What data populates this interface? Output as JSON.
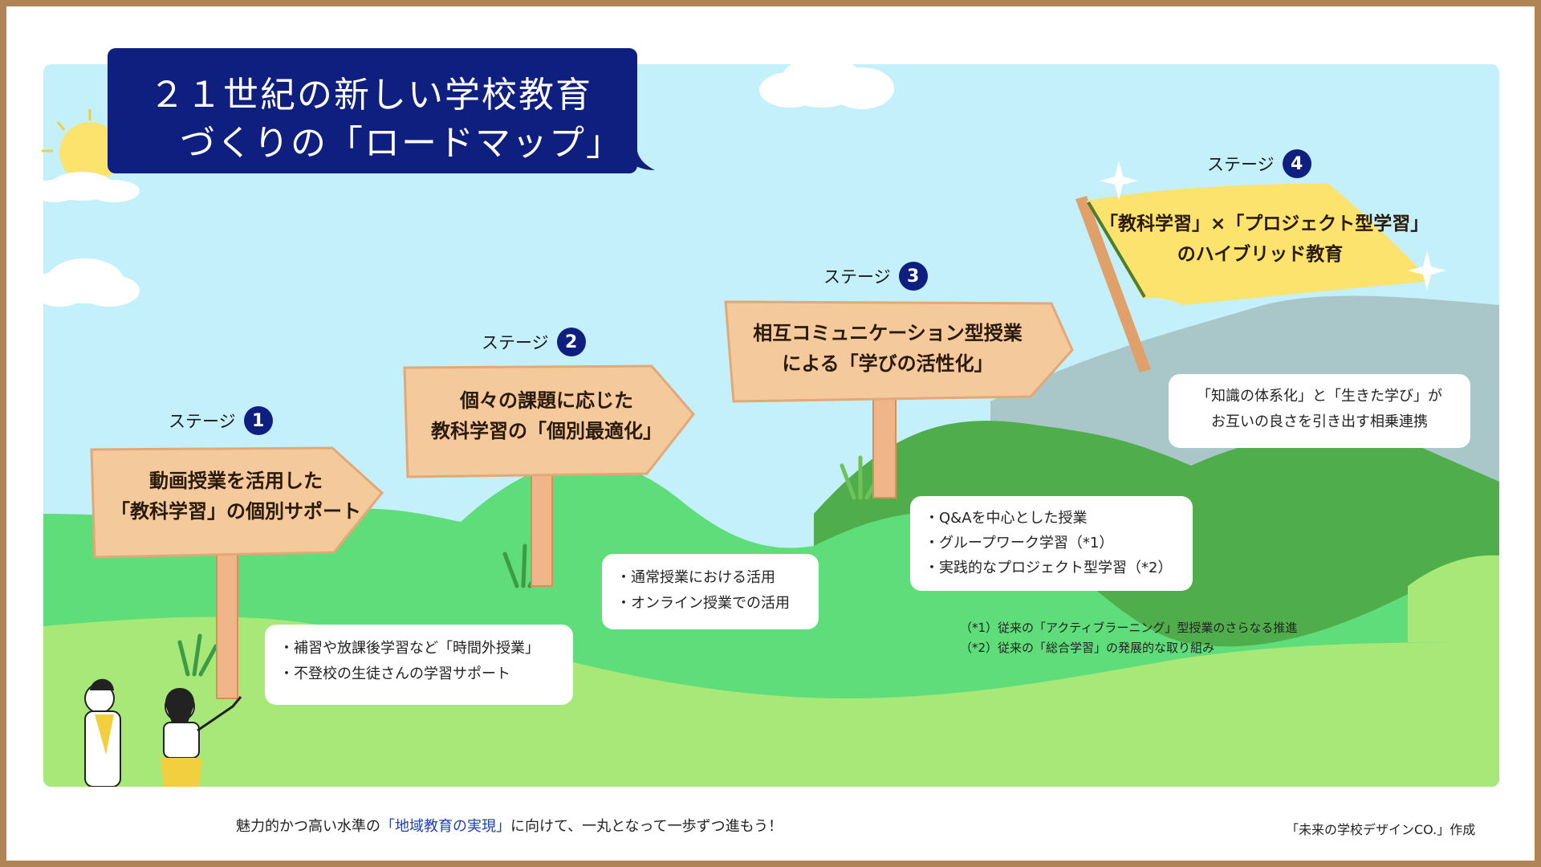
{
  "title": {
    "line1": "２１世紀の新しい学校教育",
    "line2": "づくりの「ロードマップ」"
  },
  "stages": [
    {
      "label": "ステージ",
      "number": "1",
      "sign_line1": "動画授業を活用した",
      "sign_line2": "「教科学習」の個別サポート",
      "notes": [
        "・補習や放課後学習など「時間外授業」",
        "・不登校の生徒さんの学習サポート"
      ]
    },
    {
      "label": "ステージ",
      "number": "2",
      "sign_line1": "個々の課題に応じた",
      "sign_line2": "教科学習の「個別最適化」",
      "notes": [
        "・通常授業における活用",
        "・オンライン授業での活用"
      ]
    },
    {
      "label": "ステージ",
      "number": "3",
      "sign_line1": "相互コミュニケーション型授業",
      "sign_line2": "による「学びの活性化」",
      "notes": [
        "・Q&Aを中心とした授業",
        "・グループワーク学習（*1）",
        "・実践的なプロジェクト型学習（*2）"
      ]
    },
    {
      "label": "ステージ",
      "number": "4",
      "sign_line1": "「教科学習」×「プロジェクト型学習」",
      "sign_line2": "のハイブリッド教育",
      "notes": [
        "「知識の体系化」と「生きた学び」が",
        "お互いの良さを引き出す相乗連携"
      ]
    }
  ],
  "footnotes": [
    "（*1）従来の「アクティブラーニング」型授業のさらなる推進",
    "（*2）従来の「総合学習」の発展的な取り組み"
  ],
  "footer": {
    "before": "魅力的かつ高い水準の",
    "highlight": "「地域教育の実現」",
    "after": "に向けて、一丸となって一歩ずつ進もう！"
  },
  "credit": "「未来の学校デザインCO.」作成",
  "colors": {
    "sky": "#c3f0fb",
    "title_bg": "#0e1f7f",
    "sign": "#f4c99c",
    "flag": "#fbe36d",
    "hill_dark": "#4fae4b",
    "hill_mid": "#5fdd7a",
    "hill_light": "#a8e878",
    "mountain": "#a9c7c9",
    "frame": "#b08454"
  }
}
